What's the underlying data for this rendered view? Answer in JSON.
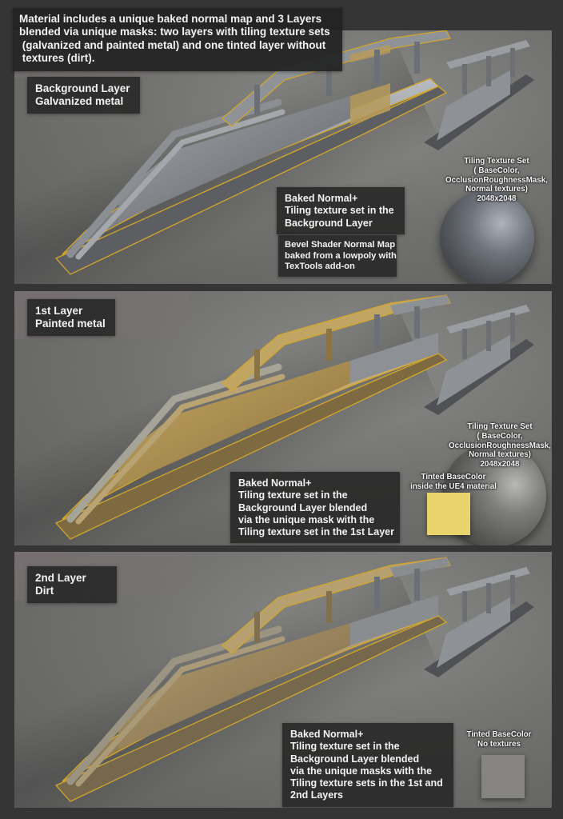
{
  "header": {
    "lines": [
      "Material includes a unique baked normal map and 3 Layers",
      "blended via unique masks: two layers with tiling texture sets",
      " (galvanized and painted metal) and one tinted layer without",
      " textures (dirt)."
    ]
  },
  "colors": {
    "page_background": "#353535",
    "label_background": "#262626",
    "outline": "#d4a62a",
    "galvanized_metal": "#8d9094",
    "painted_metal": "#b69a5a",
    "tint_yellow": "#e8d46a",
    "tint_gray": "#858480"
  },
  "panels": [
    {
      "id": "background-layer",
      "layer_label": [
        "Background Layer",
        "Galvanized metal"
      ],
      "description": [
        "Baked Normal+",
        "Tiling texture set in the",
        "Background Layer"
      ],
      "note": [
        "Bevel Shader Normal Map",
        "baked from a lowpoly with",
        "TexTools add-on"
      ],
      "sphere_caption": [
        "Tiling Texture Set",
        "( BaseColor,",
        "OcclusionRoughnessMask,",
        "Normal textures)",
        "2048x2048"
      ]
    },
    {
      "id": "first-layer",
      "layer_label": [
        "1st Layer",
        "Painted metal"
      ],
      "description": [
        "Baked Normal+",
        "Tiling texture set in the",
        "Background Layer blended",
        "via the unique mask with the",
        "Tiling texture set in the 1st Layer"
      ],
      "sphere_caption": [
        "Tiling Texture Set",
        "( BaseColor,",
        "OcclusionRoughnessMask,",
        "Normal textures)",
        "2048x2048"
      ],
      "swatch_caption": [
        "Tinted BaseColor",
        "inside the UE4 material"
      ]
    },
    {
      "id": "second-layer",
      "layer_label": [
        "2nd Layer",
        "Dirt"
      ],
      "description": [
        "Baked Normal+",
        "Tiling texture set in the",
        "Background Layer blended",
        "via the unique masks with the",
        "Tiling texture sets in the 1st and",
        "2nd Layers"
      ],
      "swatch_caption": [
        "Tinted BaseColor",
        "No textures"
      ]
    }
  ]
}
